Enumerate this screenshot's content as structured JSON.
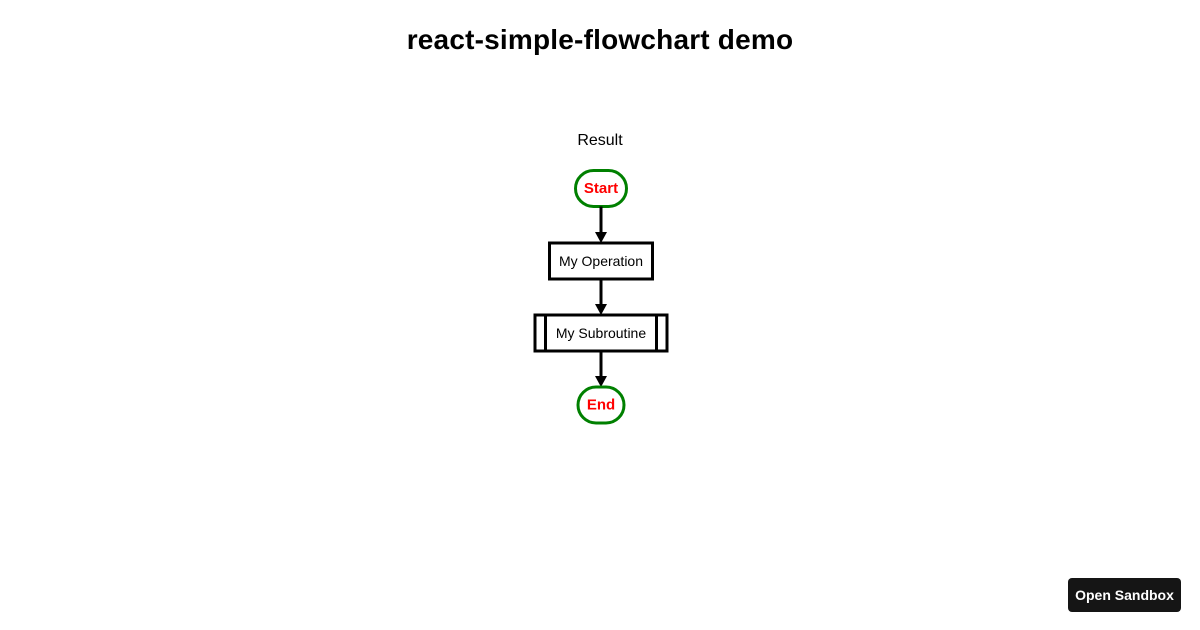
{
  "page": {
    "title": "react-simple-flowchart demo"
  },
  "result": {
    "label": "Result"
  },
  "flowchart": {
    "type": "flowchart",
    "direction": "top-to-bottom",
    "nodes": [
      {
        "id": "st",
        "type": "start",
        "label": "Start"
      },
      {
        "id": "op",
        "type": "operation",
        "label": "My Operation"
      },
      {
        "id": "sub",
        "type": "subroutine",
        "label": "My Subroutine"
      },
      {
        "id": "e",
        "type": "end",
        "label": "End"
      }
    ],
    "edges": [
      {
        "from": "st",
        "to": "op"
      },
      {
        "from": "op",
        "to": "sub"
      },
      {
        "from": "sub",
        "to": "e"
      }
    ],
    "colors": {
      "terminal_border": "#008000",
      "terminal_text": "#ff0000",
      "line": "#000000",
      "node_border": "#000000",
      "node_text": "#000000",
      "node_fill": "#ffffff"
    }
  },
  "footer": {
    "open_sandbox_label": "Open Sandbox",
    "button_bg": "#151515",
    "button_text_color": "#ffffff"
  }
}
